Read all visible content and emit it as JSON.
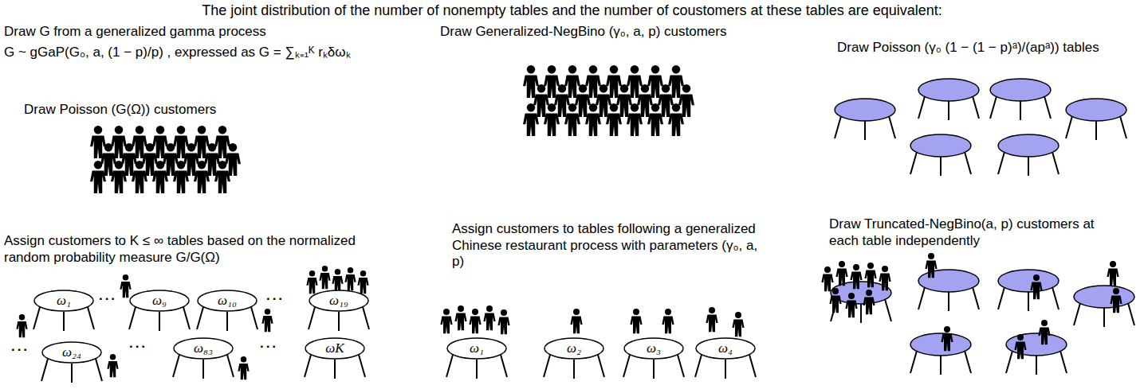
{
  "diagram": {
    "title": "The joint distribution of the number of nonempty tables and the number of coustomers at these tables are equivalent:",
    "nodes": [
      {
        "text": [
          "ω₁"
        ]
      },
      {
        "text": [
          "ω₉"
        ]
      },
      {
        "text": [
          "ω₁₀"
        ]
      },
      {
        "text": [
          "ω₁₉"
        ]
      },
      {
        "text": [
          "ω₂₄"
        ]
      },
      {
        "text": [
          "ω₈₃"
        ]
      },
      {
        "text": [
          "ωK"
        ]
      },
      {
        "text": [
          "ω₁"
        ]
      },
      {
        "text": [
          "ω₂"
        ]
      },
      {
        "text": [
          "ω₃"
        ]
      },
      {
        "text": [
          "ω₄"
        ]
      }
    ],
    "labels": [
      "Draw G from a generalized gamma process",
      "G ~ gGaP(G₀, a, (1 − p)/p) , expressed as G = ∑ₖ₌₁ᴷ rₖδωₖ",
      "Draw Poisson (G(Ω)) customers",
      "Assign customers to K ≤ ∞ tables based on the normalized random probability measure G/G(Ω)",
      "···",
      "···",
      "···",
      "···",
      "···",
      "Draw Generalized-NegBino (γ₀, a, p) customers",
      "Assign customers to tables following a generalized Chinese restaurant process with parameters (γ₀, a, p)",
      "Draw Poisson (γ₀ (1 − (1 − p)ᵃ)/(apᵃ)) tables",
      "Draw Truncated-NegBino(a, p) customers at each table independently"
    ]
  }
}
